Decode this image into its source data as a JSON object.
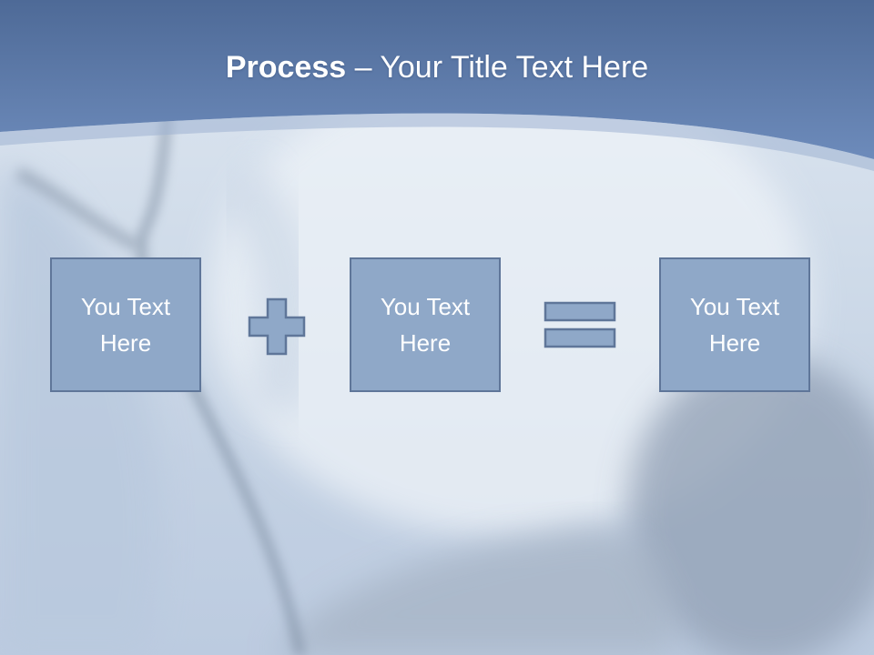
{
  "title": {
    "bold": "Process",
    "rest": " – Your Title Text Here"
  },
  "steps": [
    {
      "text": "You Text Here"
    },
    {
      "text": "You Text Here"
    },
    {
      "text": "You Text Here"
    }
  ],
  "operators": [
    "plus-icon",
    "equals-icon"
  ],
  "colors": {
    "header_blue": "#5f7fb0",
    "box_fill": "#8fa8c8",
    "box_border": "#5f7699",
    "text": "#ffffff"
  }
}
